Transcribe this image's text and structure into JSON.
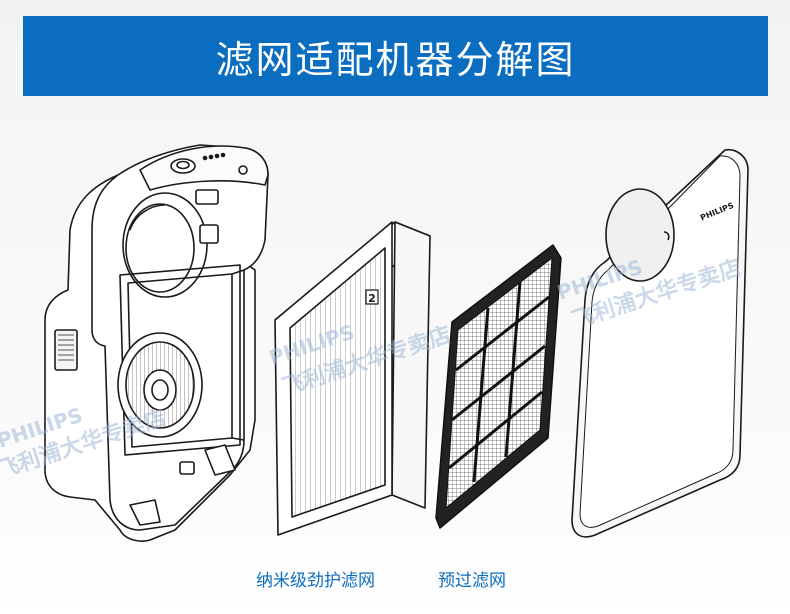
{
  "header": {
    "title": "滤网适配机器分解图"
  },
  "illustration": {
    "device_brand": "PHILIPS",
    "filter_number": "2",
    "watermark_brand": "PHILIPS",
    "watermark_store": "飞利浦大华专卖店"
  },
  "captions": {
    "nano_filter": "纳米级劲护滤网",
    "pre_filter": "预过滤网"
  },
  "colors": {
    "accent": "#0b6dbf",
    "line_art": "#1a1a1a",
    "watermark": "#9fb8d8"
  }
}
